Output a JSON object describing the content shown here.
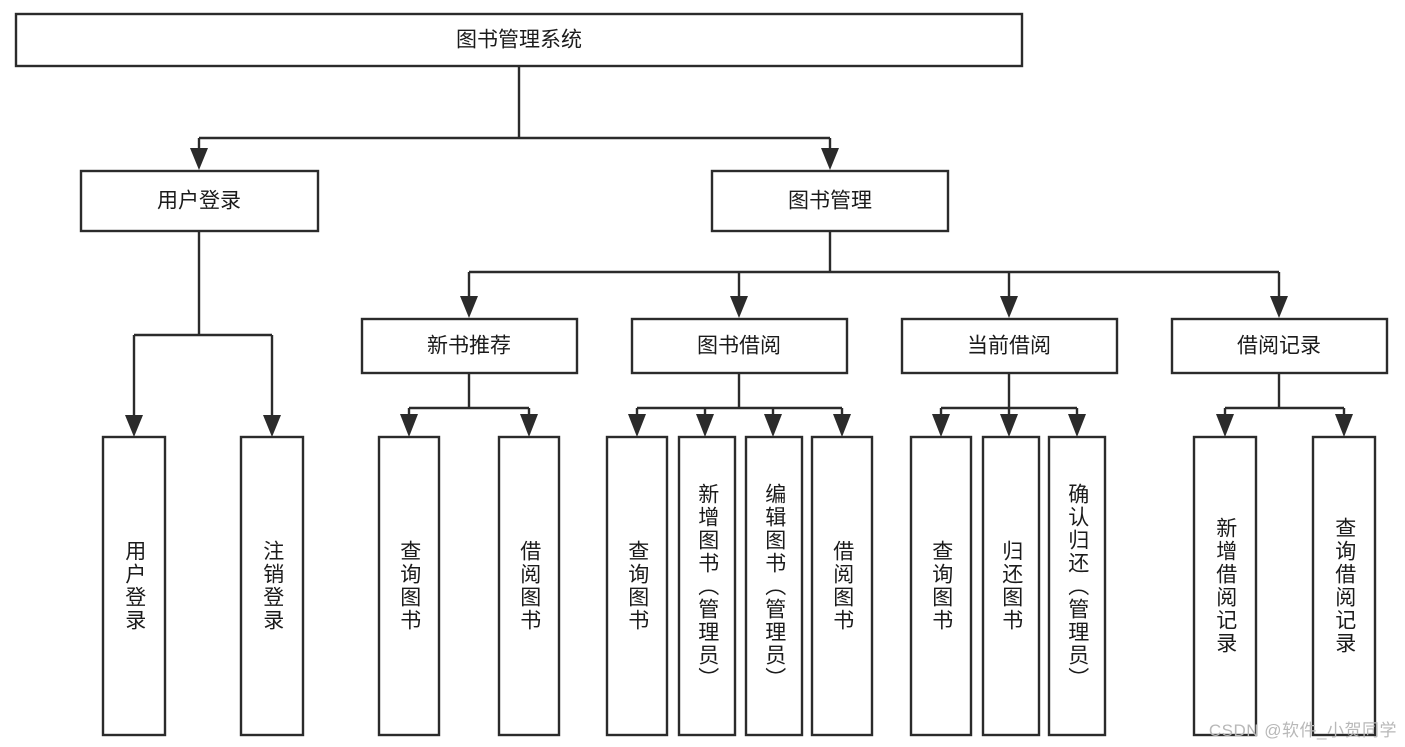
{
  "diagram": {
    "type": "tree-hierarchy-chart",
    "title": "图书管理系统",
    "watermark": "CSDN @软件_小贺同学",
    "colors": {
      "line": "#2b2b2b",
      "box_fill": "#ffffff",
      "text": "#1b1b1b",
      "watermark": "#b8b8b8",
      "background": "#ffffff"
    },
    "root": {
      "label": "图书管理系统"
    },
    "level2": [
      {
        "label": "用户登录"
      },
      {
        "label": "图书管理"
      }
    ],
    "level3": [
      {
        "label": "新书推荐"
      },
      {
        "label": "图书借阅"
      },
      {
        "label": "当前借阅"
      },
      {
        "label": "借阅记录"
      }
    ],
    "leaves": {
      "user_login": [
        {
          "label": "用户登录"
        },
        {
          "label": "注销登录"
        }
      ],
      "new_book_recommend": [
        {
          "label": "查询图书"
        },
        {
          "label": "借阅图书"
        }
      ],
      "book_borrow": [
        {
          "label": "查询图书"
        },
        {
          "label": "新增图书（管理员）"
        },
        {
          "label": "编辑图书（管理员）"
        },
        {
          "label": "借阅图书"
        }
      ],
      "current_borrow": [
        {
          "label": "查询图书"
        },
        {
          "label": "归还图书"
        },
        {
          "label": "确认归还（管理员）"
        }
      ],
      "borrow_record": [
        {
          "label": "新增借阅记录"
        },
        {
          "label": "查询借阅记录"
        }
      ]
    }
  }
}
